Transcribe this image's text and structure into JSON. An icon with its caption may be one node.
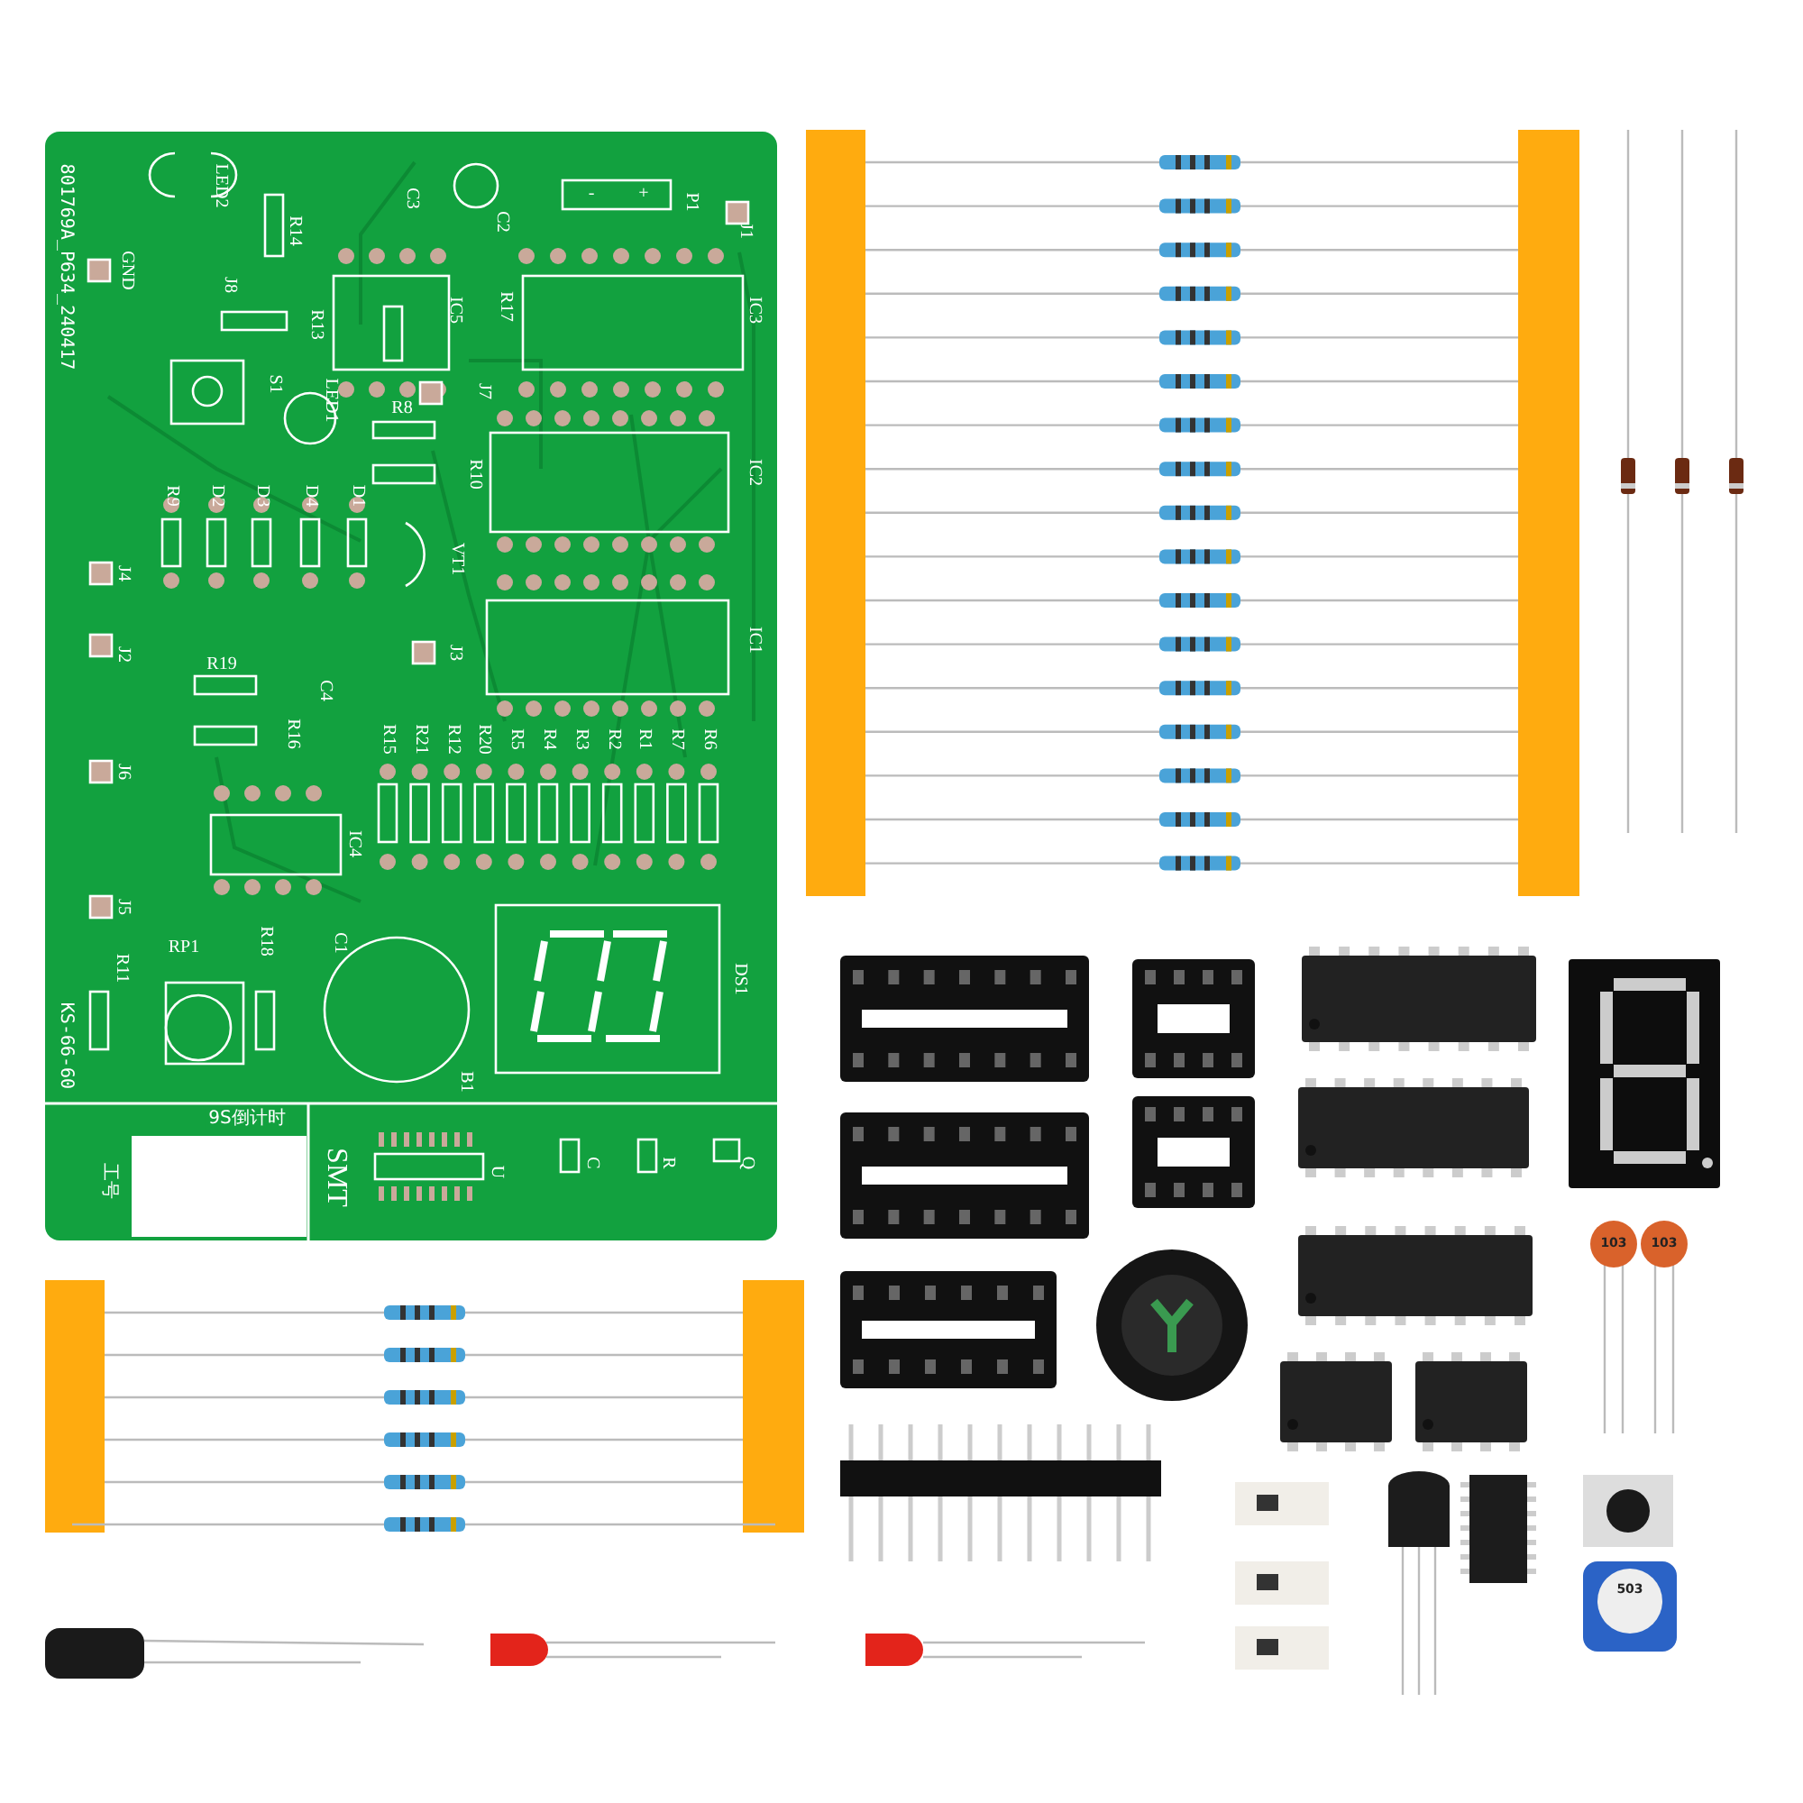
{
  "diagram": {
    "labels": [
      "801769A_P634_240417",
      "LED2",
      "R14",
      "C3",
      "C2",
      "-",
      "+",
      "P1",
      "J1",
      "GND",
      "J8",
      "R13",
      "IC5",
      "R17",
      "IC3",
      "S1",
      "LED1",
      "J7",
      "R8",
      "R10",
      "IC2",
      "R9",
      "D2",
      "D3",
      "D4",
      "D1",
      "VT1",
      "J4",
      "J2",
      "J3",
      "IC1",
      "R19",
      "C4",
      "R16",
      "J6",
      "R15",
      "R21",
      "R12",
      "R20",
      "R5",
      "R4",
      "R3",
      "R2",
      "R1",
      "R7",
      "R6",
      "IC4",
      "J5",
      "R11",
      "RP1",
      "R18",
      "C1",
      "KS-66-60",
      "B1",
      "DS1",
      "9S倒计时",
      "工号",
      "SMT",
      "U",
      "C",
      "R",
      "Q",
      "103",
      "103",
      "503"
    ]
  }
}
